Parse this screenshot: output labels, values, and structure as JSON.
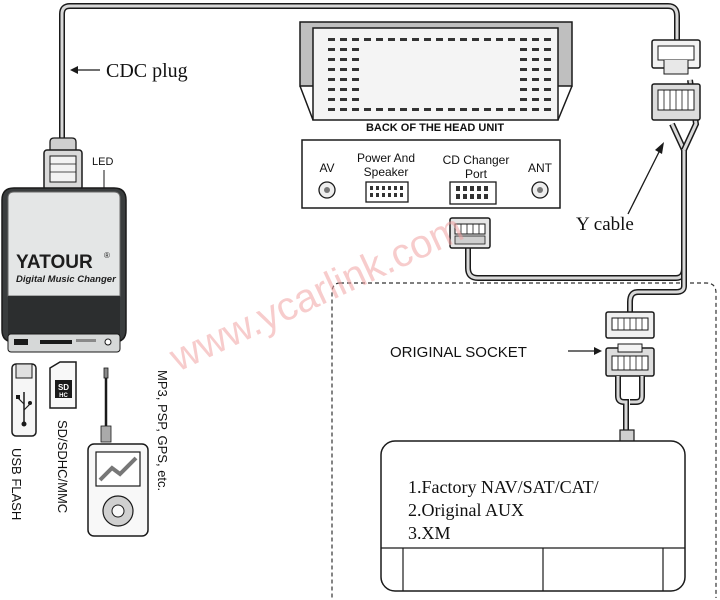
{
  "labels": {
    "cdc_plug": "CDC plug",
    "led": "LED",
    "head_unit": "BACK OF THE HEAD UNIT",
    "av": "AV",
    "power_speaker_line1": "Power And",
    "power_speaker_line2": "Speaker",
    "cd_changer_line1": "CD Changer",
    "cd_changer_line2": "Port",
    "ant": "ANT",
    "y_cable": "Y cable",
    "original_socket": "ORIGINAL SOCKET"
  },
  "device": {
    "brand": "YATOUR",
    "registered": "®",
    "subtitle": "Digital Music Changer"
  },
  "media": {
    "usb": "USB FLASH",
    "sd": "SD/SDHC/MMC",
    "sd_badge_top": "SD",
    "sd_badge_bottom": "HC",
    "players": "MP3, PSP, GPS, etc."
  },
  "factory_list": {
    "items": [
      {
        "num": "1.",
        "text": "Factory NAV/SAT/CAT/"
      },
      {
        "num": "2.",
        "text": "Original AUX"
      },
      {
        "num": "3.",
        "text": "XM"
      }
    ]
  },
  "watermark": "www.ycarlink.com",
  "colors": {
    "line": "#1a1a1a",
    "cable_fill": "#d9d9d9",
    "device_body": "#3a3d3e",
    "device_face": "#e4e6e6",
    "watermark": "#f0a3a3"
  }
}
